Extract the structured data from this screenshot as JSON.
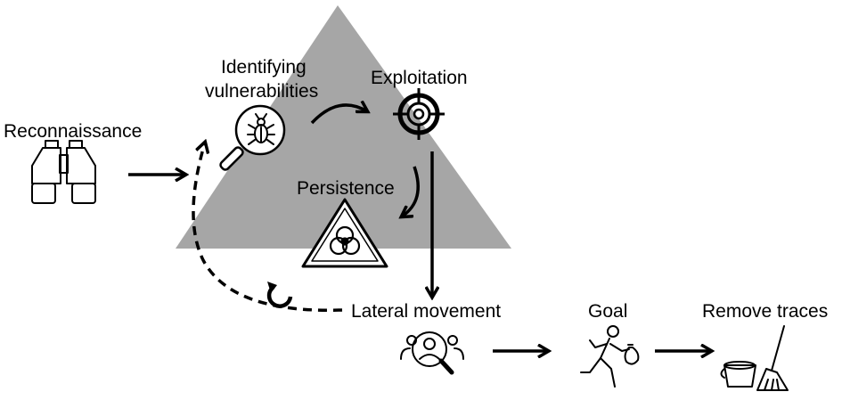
{
  "labels": {
    "reconnaissance": "Reconnaissance",
    "identifying_line1": "Identifying",
    "identifying_line2": "vulnerabilities",
    "exploitation": "Exploitation",
    "persistence": "Persistence",
    "lateral_movement": "Lateral movement",
    "goal": "Goal",
    "remove_traces": "Remove traces"
  },
  "icons": {
    "reconnaissance": "binoculars-icon",
    "identifying": "magnifier-bug-icon",
    "exploitation": "target-crosshair-icon",
    "persistence": "biohazard-warning-icon",
    "lateral_movement": "user-search-icon",
    "goal": "running-thief-icon",
    "remove_traces": "bucket-broom-icon"
  },
  "colors": {
    "triangle": "#a6a6a6",
    "stroke": "#000000"
  }
}
